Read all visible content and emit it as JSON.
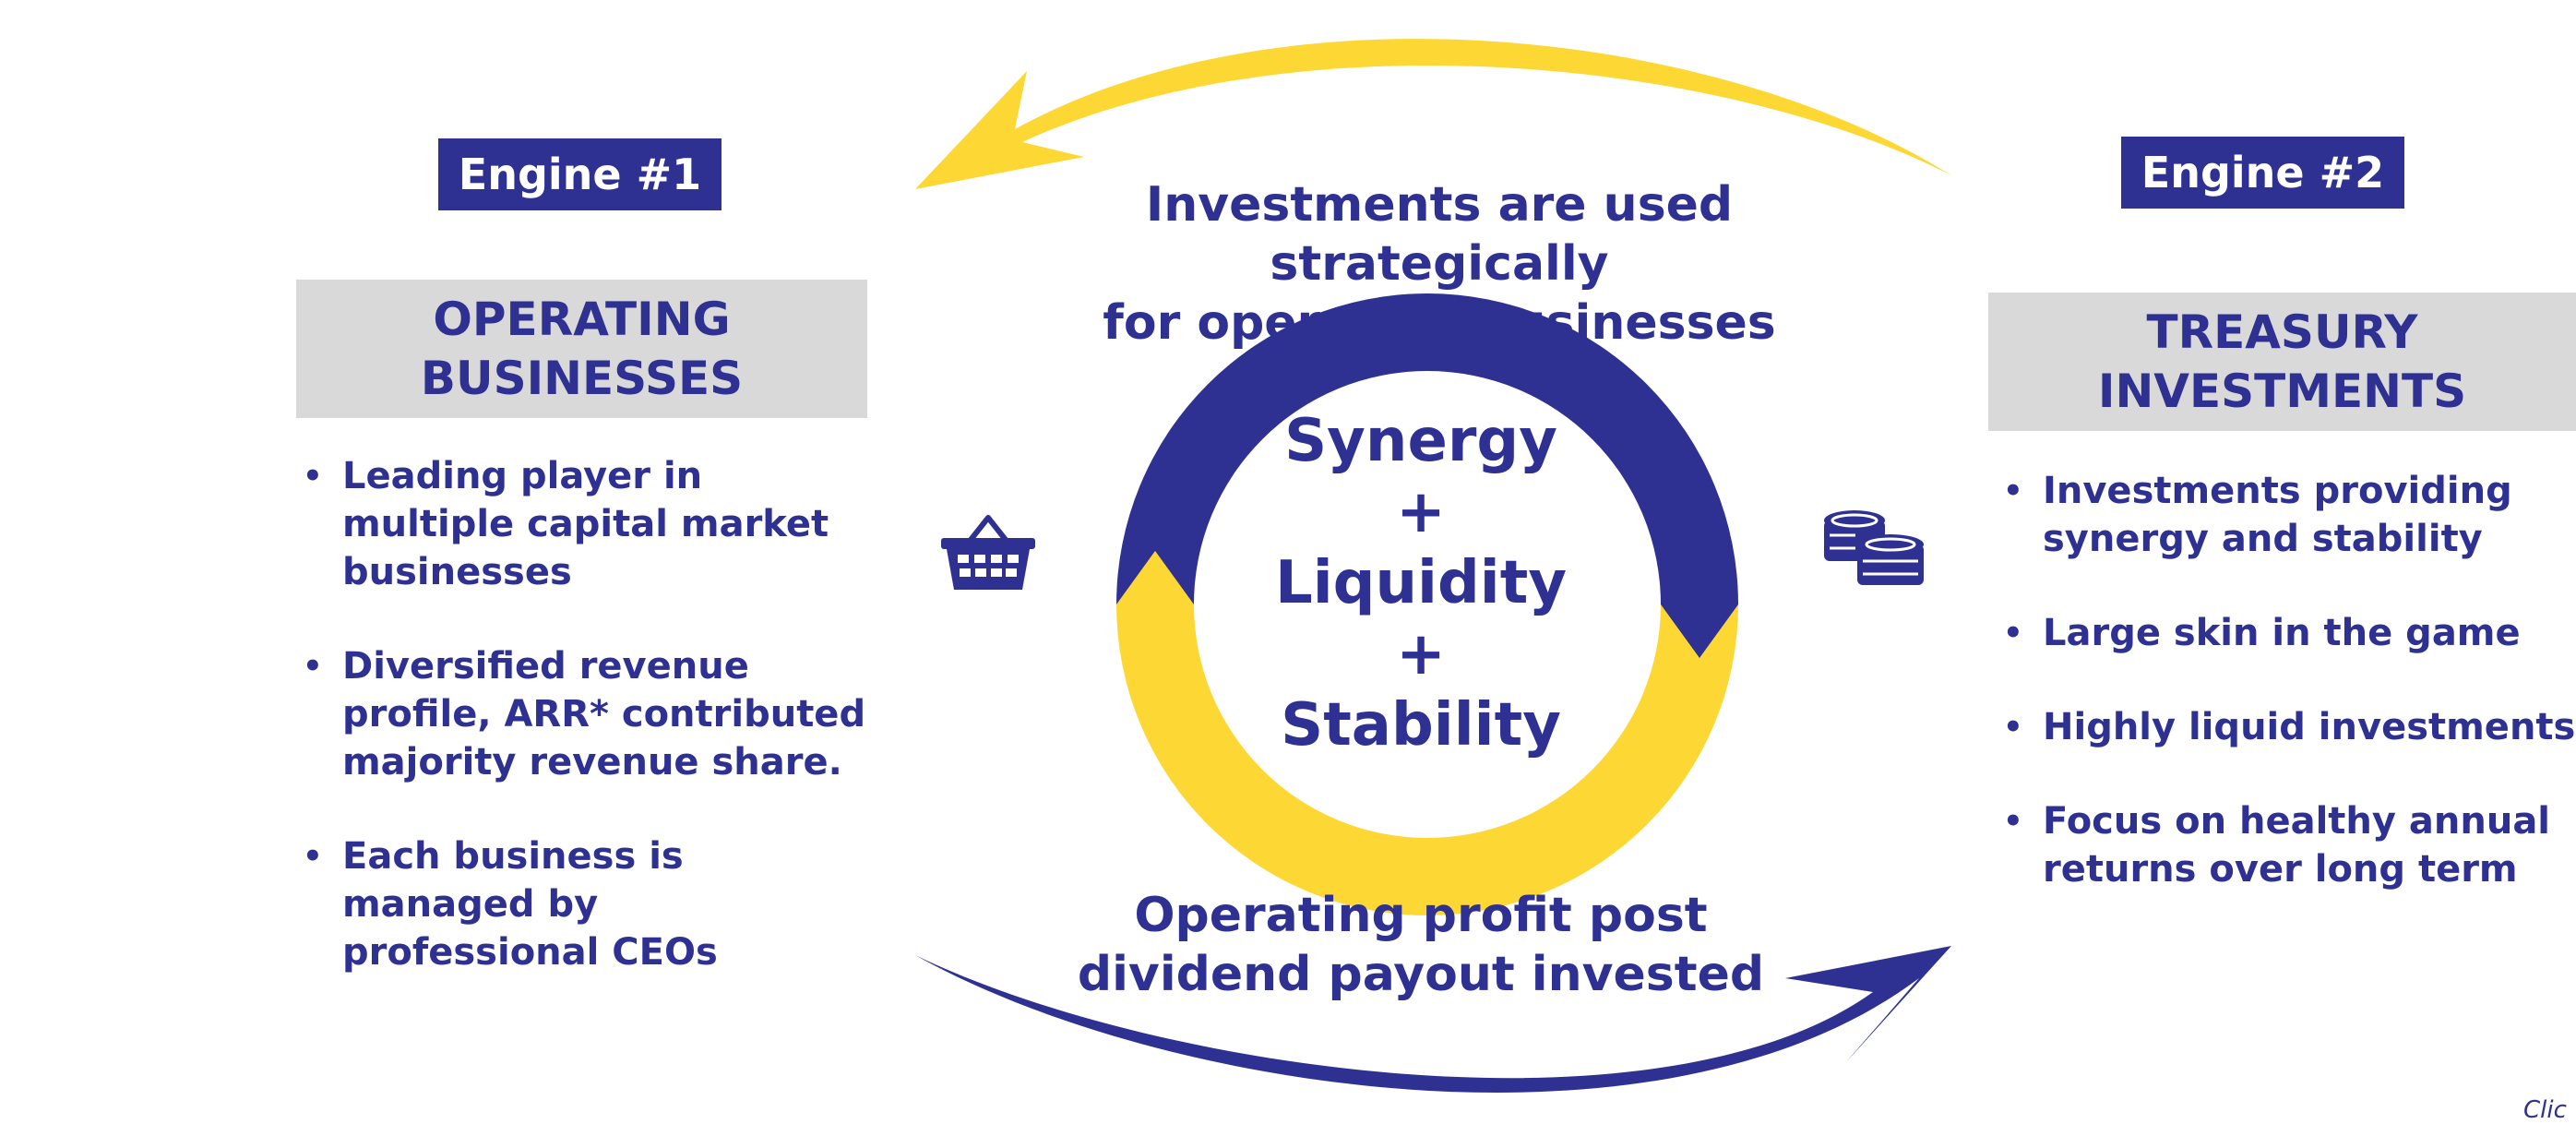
{
  "engine1": {
    "badge": "Engine #1",
    "title_line1": "OPERATING",
    "title_line2": "BUSINESSES",
    "bullets": [
      [
        "Leading player in",
        "multiple capital market",
        "businesses"
      ],
      [
        "Diversified revenue",
        "profile, ARR* contributed",
        "majority revenue share."
      ],
      [
        "Each business is",
        "managed by",
        "professional CEOs"
      ]
    ]
  },
  "engine2": {
    "badge": "Engine #2",
    "title_line1": "TREASURY",
    "title_line2": "INVESTMENTS",
    "bullets": [
      [
        "Investments providing",
        "synergy and stability"
      ],
      [
        "Large skin in the game"
      ],
      [
        "Highly liquid investments"
      ],
      [
        "Focus on healthy annual",
        "returns over long term"
      ]
    ]
  },
  "top_caption": {
    "line1": "Investments are used strategically",
    "line2": "for operating businesses"
  },
  "bottom_caption": {
    "line1": "Operating profit post",
    "line2": "dividend payout invested"
  },
  "center": {
    "line1": "Synergy",
    "line2": "+",
    "line3": "Liquidity",
    "line4": "+",
    "line5": "Stability"
  },
  "footer_cut_text": "Clic",
  "icons": {
    "left": "shopping-basket-icon",
    "right": "coin-stacks-icon"
  },
  "colors": {
    "navy": "#2e3192",
    "yellow": "#fdd835",
    "gray": "#d9d9d9"
  }
}
